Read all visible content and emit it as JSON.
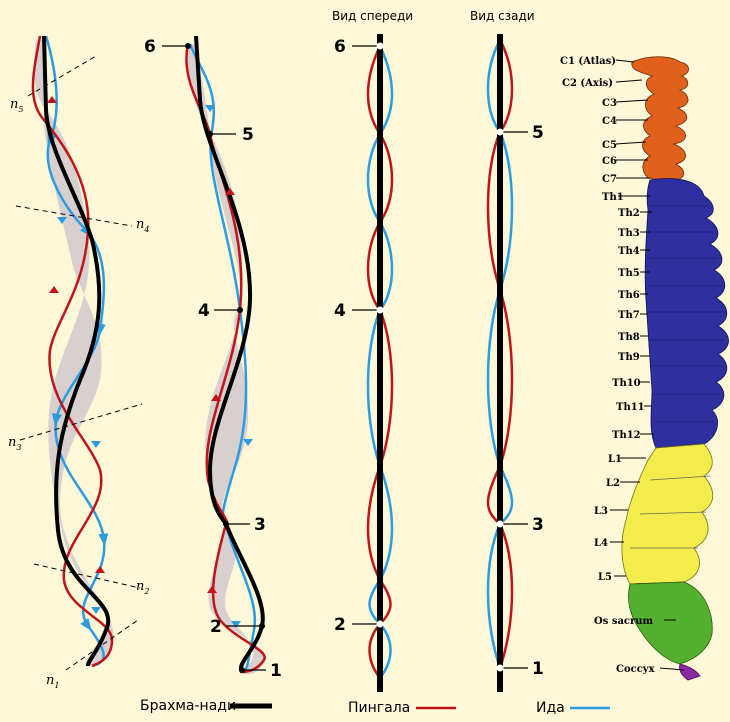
{
  "headers": {
    "front_view": "Вид спереди",
    "back_view": "Вид сзади"
  },
  "legend": {
    "brahma": "Брахма-нади",
    "pingala": "Пингала",
    "ida": "Ида"
  },
  "colors": {
    "brahma": "#000000",
    "pingala": "#c0141a",
    "ida": "#2c9be0",
    "shade": "#d8cfcf",
    "cervical": "#e0601c",
    "thoracic": "#2e30a0",
    "lumbar": "#f2ec4c",
    "sacral": "#55b030",
    "coccyx": "#8a2aa0",
    "background": "#fdf8d8"
  },
  "left_diagram": {
    "planes": [
      {
        "letter": "n",
        "sub": "5"
      },
      {
        "letter": "n",
        "sub": "4"
      },
      {
        "letter": "n",
        "sub": "3"
      },
      {
        "letter": "n",
        "sub": "2"
      },
      {
        "letter": "n",
        "sub": "1"
      }
    ]
  },
  "numbered_diagram": {
    "points": [
      "6",
      "5",
      "4",
      "3",
      "2",
      "1"
    ]
  },
  "front_view": {
    "points": [
      "6",
      "4",
      "2"
    ]
  },
  "back_view": {
    "points": [
      "5",
      "3",
      "1"
    ]
  },
  "spine": {
    "labels": [
      "C1 (Atlas)",
      "C2 (Axis)",
      "C3",
      "C4",
      "C5",
      "C6",
      "C7",
      "Th1",
      "Th2",
      "Th3",
      "Th4",
      "Th5",
      "Th6",
      "Th7",
      "Th8",
      "Th9",
      "Th10",
      "Th11",
      "Th12",
      "L1",
      "L2",
      "L3",
      "L4",
      "L5",
      "Os sacrum",
      "Coccyx"
    ]
  }
}
